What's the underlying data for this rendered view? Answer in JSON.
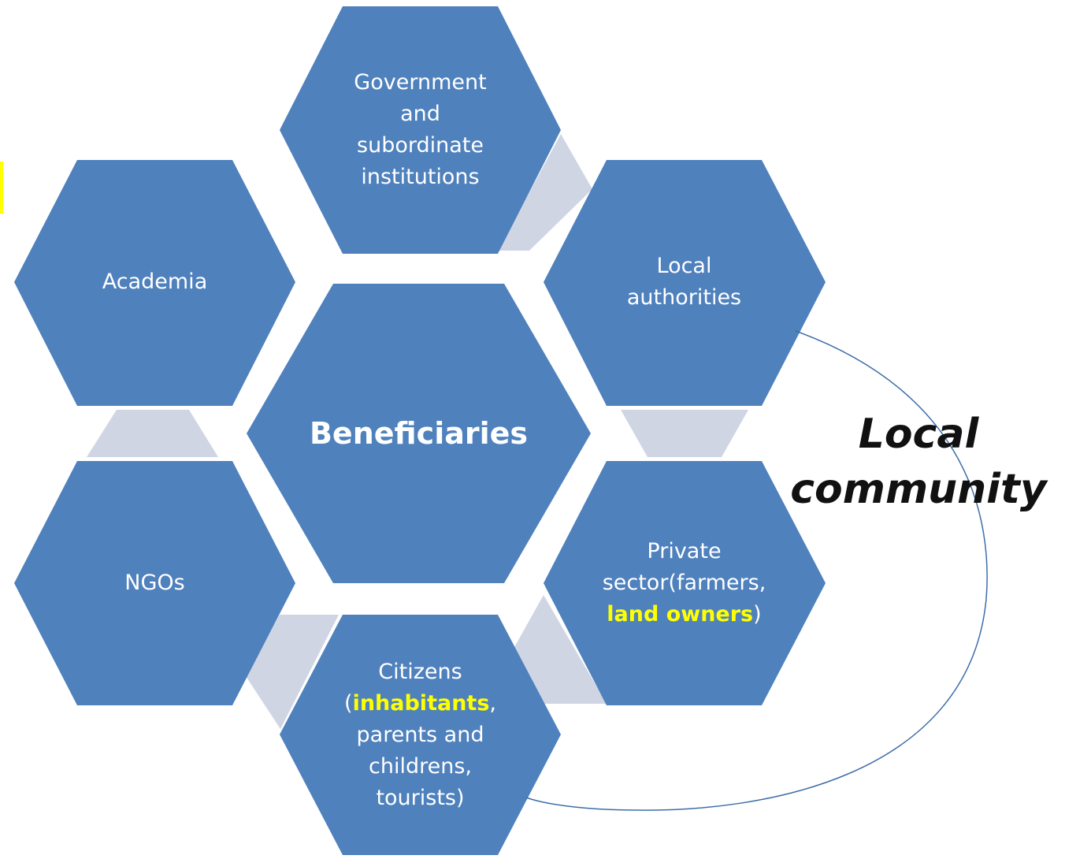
{
  "center": {
    "label": "Beneficiaries"
  },
  "nodes": {
    "government": {
      "lines": [
        "Government",
        "and",
        "subordinate",
        "institutions"
      ]
    },
    "local_authorities": {
      "lines": [
        "Local",
        "authorities"
      ]
    },
    "private_sector": {
      "line1": "Private",
      "line2": "sector(farmers,",
      "line3_highlight": "land owners",
      "line3_tail": ")"
    },
    "citizens": {
      "line1": "Citizens",
      "line2_open": "(",
      "line2_highlight": "inhabitants",
      "line2_tail": ",",
      "line3": "parents and",
      "line4": "childrens,",
      "line5": "tourists)"
    },
    "ngos": {
      "label": "NGOs"
    },
    "academia": {
      "label": "Academia"
    }
  },
  "community": {
    "line1": "Local",
    "line2": "community"
  },
  "colors": {
    "hexagon": "#4f81bd",
    "connector": "#cfd5e3",
    "highlight_text": "#ffff00",
    "ellipse_stroke": "#3e6ea8",
    "marker": "#ffff00"
  }
}
